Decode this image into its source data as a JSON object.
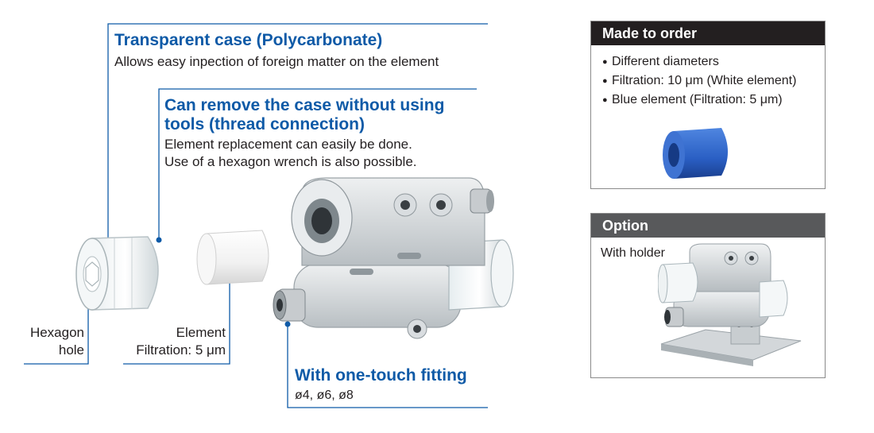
{
  "callouts": {
    "transparent_case": {
      "title": "Transparent case (Polycarbonate)",
      "desc": "Allows easy inpection of foreign matter on the element"
    },
    "remove_case": {
      "title_line1": "Can remove the case without using",
      "title_line2": "tools (thread connection)",
      "desc_line1": "Element replacement can easily be done.",
      "desc_line2": "Use of a hexagon wrench is also possible."
    },
    "hexagon": {
      "line1": "Hexagon",
      "line2": "hole"
    },
    "element": {
      "line1": "Element",
      "line2": "Filtration: 5 μm"
    },
    "fitting": {
      "title": "With one-touch fitting",
      "sizes": "ø4, ø6, ø8"
    }
  },
  "made_to_order": {
    "title": "Made to order",
    "items": [
      "Different diameters",
      "Filtration: 10 μm (White element)",
      "Blue element (Filtration: 5 μm)"
    ]
  },
  "option": {
    "title": "Option",
    "caption": "With holder"
  },
  "colors": {
    "accent_blue": "#0e5aa7",
    "header_dark": "#231f20",
    "element_blue": "#2a5fc4"
  }
}
